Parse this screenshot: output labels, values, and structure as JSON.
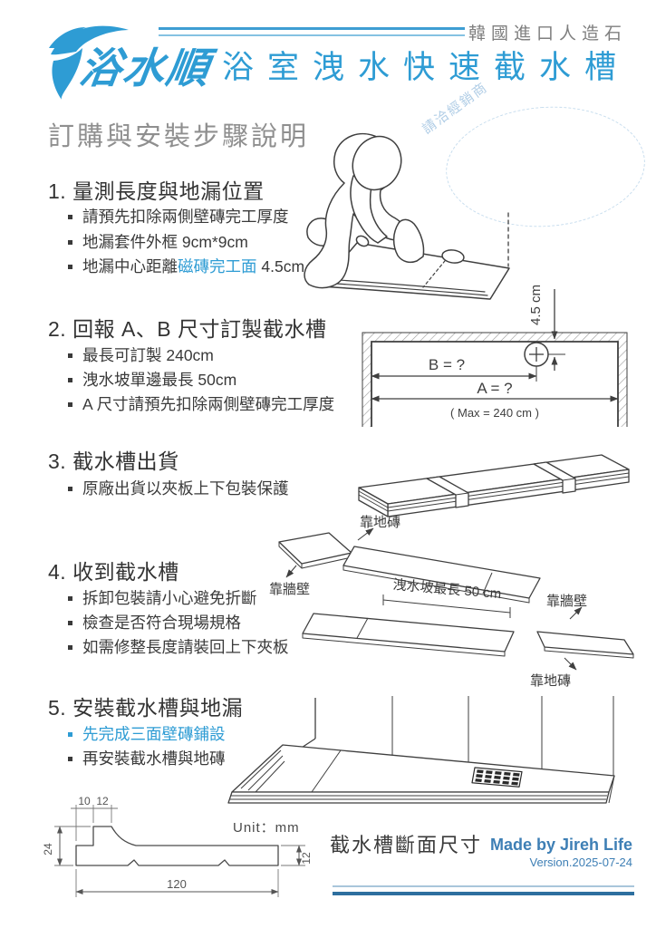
{
  "colors": {
    "accent_blue": "#2E9CD4",
    "footer_blue": "#3E7FB5",
    "footer_line_dark": "#2D6F9F",
    "footer_line_light": "#A9C6DB",
    "section_gray": "#8F8F8F",
    "text_dark": "#3A3A3A",
    "watermark_blue": "#B0CDE6"
  },
  "header": {
    "brand_name": "浴水順",
    "origin_label": "韓國進口人造石",
    "main_title": "浴室洩水快速截水槽"
  },
  "watermark": {
    "text": "請洽經銷商"
  },
  "section_title": "訂購與安裝步驟說明",
  "step1": {
    "title": "1. 量測長度與地漏位置",
    "bullet1": "請預先扣除兩側壁磚完工厚度",
    "bullet2": "地漏套件外框 9cm*9cm",
    "bullet3_prefix": "地漏中心距離",
    "bullet3_highlight": "磁磚完工面",
    "bullet3_suffix": " 4.5cm"
  },
  "step2": {
    "title": "2. 回報 A、B 尺寸訂製截水槽",
    "bullet1": "最長可訂製 240cm",
    "bullet2": "洩水坡單邊最長 50cm",
    "bullet3": "A 尺寸請預先扣除兩側壁磚完工厚度"
  },
  "step3": {
    "title": "3. 截水槽出貨",
    "bullet1": "原廠出貨以夾板上下包裝保護"
  },
  "step4": {
    "title": "4. 收到截水槽",
    "bullet1": "拆卸包裝請小心避免折斷",
    "bullet2": "檢查是否符合現場規格",
    "bullet3": "如需修整長度請裝回上下夾板"
  },
  "step5": {
    "title": "5. 安裝截水槽與地漏",
    "bullet1": "先完成三面壁磚鋪設",
    "bullet2": "再安裝截水槽與地磚"
  },
  "measure_diagram": {
    "offset_label": "4.5 cm",
    "b_label": "B = ?",
    "a_label": "A = ?",
    "max_label": "( Max = 240 cm )"
  },
  "boards_diagram": {
    "floor_label_top": "靠地磚",
    "wall_label_left": "靠牆壁",
    "slope_label": "洩水坡最長 50 cm",
    "wall_label_right": "靠牆壁",
    "floor_label_bottom": "靠地磚"
  },
  "cross_section": {
    "caption": "截水槽斷面尺寸",
    "unit_label": "Unit：mm",
    "dim_top_left": "10",
    "dim_top_right": "12",
    "dim_left": "24",
    "dim_right": "12",
    "dim_bottom": "120"
  },
  "footer": {
    "credit": "Made by Jireh Life",
    "version": "Version.2025-07-24"
  }
}
